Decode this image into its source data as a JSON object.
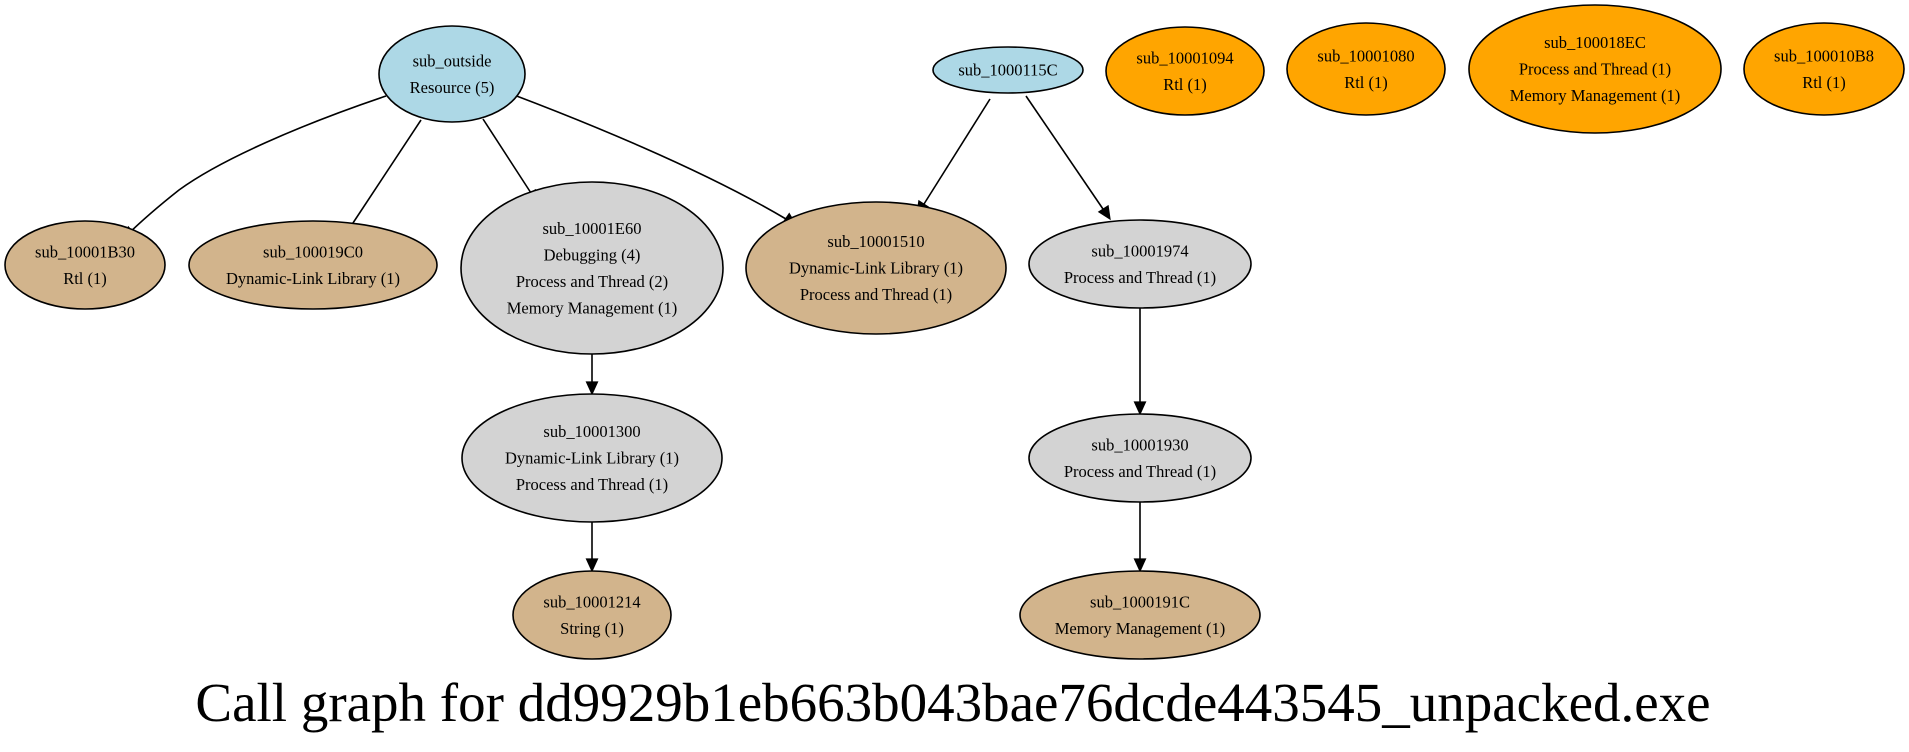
{
  "graph": {
    "title": "Call graph for dd9929b1eb663b043bae76dcde443545_unpacked.exe",
    "colors": {
      "entry": "#ADD8E6",
      "internal": "#D3D3D3",
      "leaf": "#D2B48C",
      "isolated": "#FFA500"
    },
    "nodes": [
      {
        "id": "sub_outside",
        "kind": "entry",
        "lines": [
          "sub_outside",
          "Resource (5)"
        ]
      },
      {
        "id": "sub_1000115C",
        "kind": "entry",
        "lines": [
          "sub_1000115C"
        ]
      },
      {
        "id": "sub_10001094",
        "kind": "isolated",
        "lines": [
          "sub_10001094",
          "Rtl (1)"
        ]
      },
      {
        "id": "sub_10001080",
        "kind": "isolated",
        "lines": [
          "sub_10001080",
          "Rtl (1)"
        ]
      },
      {
        "id": "sub_100018EC",
        "kind": "isolated",
        "lines": [
          "sub_100018EC",
          "Process and Thread (1)",
          "Memory Management (1)"
        ]
      },
      {
        "id": "sub_100010B8",
        "kind": "isolated",
        "lines": [
          "sub_100010B8",
          "Rtl (1)"
        ]
      },
      {
        "id": "sub_10001B30",
        "kind": "leaf",
        "lines": [
          "sub_10001B30",
          "Rtl (1)"
        ]
      },
      {
        "id": "sub_100019C0",
        "kind": "leaf",
        "lines": [
          "sub_100019C0",
          "Dynamic-Link Library (1)"
        ]
      },
      {
        "id": "sub_10001E60",
        "kind": "internal",
        "lines": [
          "sub_10001E60",
          "Debugging (4)",
          "Process and Thread (2)",
          "Memory Management (1)"
        ]
      },
      {
        "id": "sub_10001510",
        "kind": "leaf",
        "lines": [
          "sub_10001510",
          "Dynamic-Link Library (1)",
          "Process and Thread (1)"
        ]
      },
      {
        "id": "sub_10001974",
        "kind": "internal",
        "lines": [
          "sub_10001974",
          "Process and Thread (1)"
        ]
      },
      {
        "id": "sub_10001300",
        "kind": "internal",
        "lines": [
          "sub_10001300",
          "Dynamic-Link Library (1)",
          "Process and Thread (1)"
        ]
      },
      {
        "id": "sub_10001930",
        "kind": "internal",
        "lines": [
          "sub_10001930",
          "Process and Thread (1)"
        ]
      },
      {
        "id": "sub_10001214",
        "kind": "leaf",
        "lines": [
          "sub_10001214",
          "String (1)"
        ]
      },
      {
        "id": "sub_1000191C",
        "kind": "leaf",
        "lines": [
          "sub_1000191C",
          "Memory Management (1)"
        ]
      }
    ],
    "edges": [
      {
        "from": "sub_outside",
        "to": "sub_10001B30"
      },
      {
        "from": "sub_outside",
        "to": "sub_100019C0"
      },
      {
        "from": "sub_outside",
        "to": "sub_10001E60"
      },
      {
        "from": "sub_outside",
        "to": "sub_10001510"
      },
      {
        "from": "sub_1000115C",
        "to": "sub_10001510"
      },
      {
        "from": "sub_1000115C",
        "to": "sub_10001974"
      },
      {
        "from": "sub_10001E60",
        "to": "sub_10001300"
      },
      {
        "from": "sub_10001300",
        "to": "sub_10001214"
      },
      {
        "from": "sub_10001974",
        "to": "sub_10001930"
      },
      {
        "from": "sub_10001930",
        "to": "sub_1000191C"
      }
    ]
  }
}
